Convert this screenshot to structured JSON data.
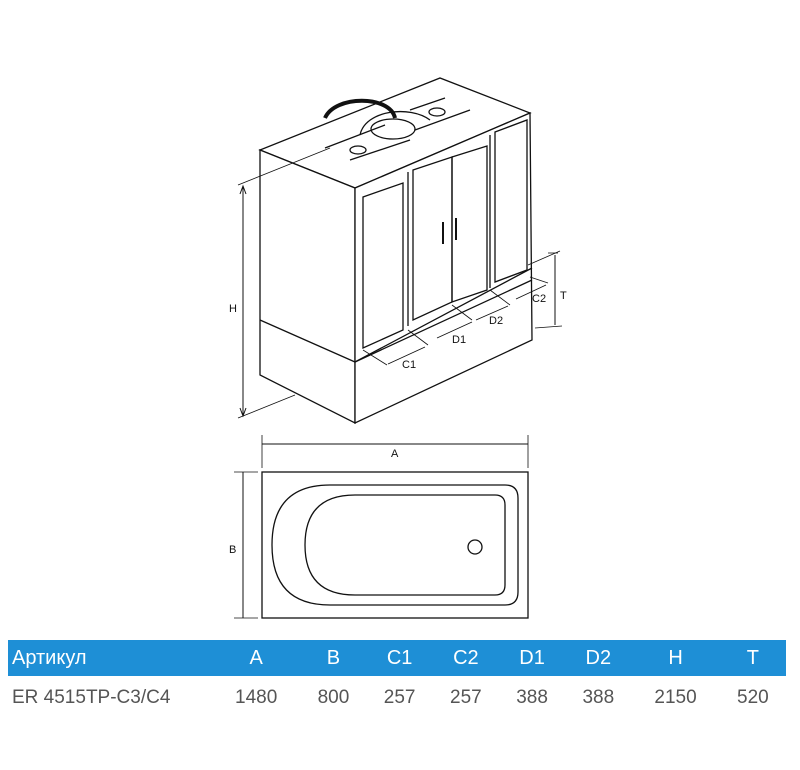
{
  "diagram": {
    "labels": {
      "H": "H",
      "T": "T",
      "C1": "C1",
      "C2": "C2",
      "D1": "D1",
      "D2": "D2",
      "A": "A",
      "B": "B"
    }
  },
  "table": {
    "headers": [
      "Артикул",
      "A",
      "B",
      "C1",
      "C2",
      "D1",
      "D2",
      "H",
      "T"
    ],
    "rows": [
      [
        "ER 4515TP-C3/C4",
        "1480",
        "800",
        "257",
        "257",
        "388",
        "388",
        "2150",
        "520"
      ]
    ]
  },
  "colors": {
    "header_bg": "#1e8fd6",
    "line": "#111111"
  }
}
